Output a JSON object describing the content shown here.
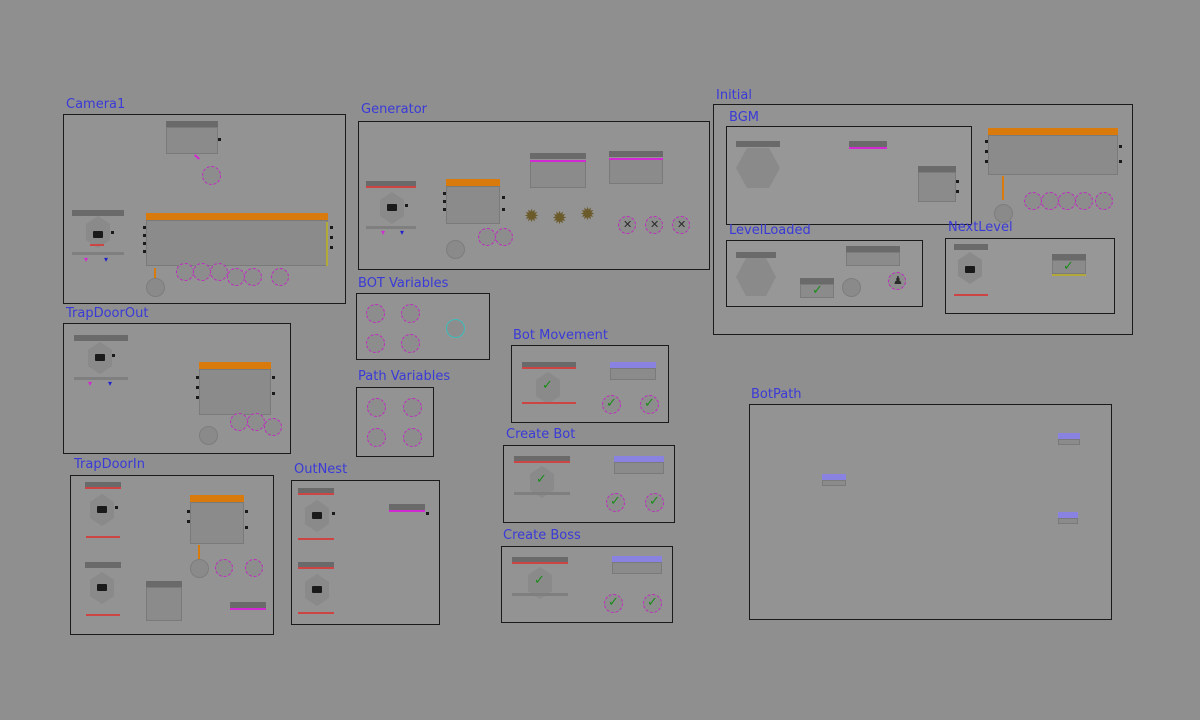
{
  "groups": {
    "camera1": "Camera1",
    "generator": "Generator",
    "initial": "Initial",
    "bgm": "BGM",
    "level_loaded": "LevelLoaded",
    "next_level": "NextLevel",
    "trapdoor_out": "TrapDoorOut",
    "bot_variables": "BOT Variables",
    "path_variables": "Path Variables",
    "bot_movement": "Bot Movement",
    "create_bot": "Create Bot",
    "create_boss": "Create Boss",
    "trapdoor_in": "TrapDoorIn",
    "out_nest": "OutNest",
    "bot_path": "BotPath"
  },
  "colors": {
    "background": "#8f8f8f",
    "group_title": "#3a3ad8",
    "action_header": "#d97b0c",
    "variable_link": "#d22ad2",
    "success_check": "#1a8c1a",
    "path_node": "#8a82e0"
  },
  "icons": {
    "camera": "camera-icon",
    "check": "checkmark-icon",
    "gear": "gear-icon",
    "cross": "cross-icon",
    "user": "user-icon"
  }
}
